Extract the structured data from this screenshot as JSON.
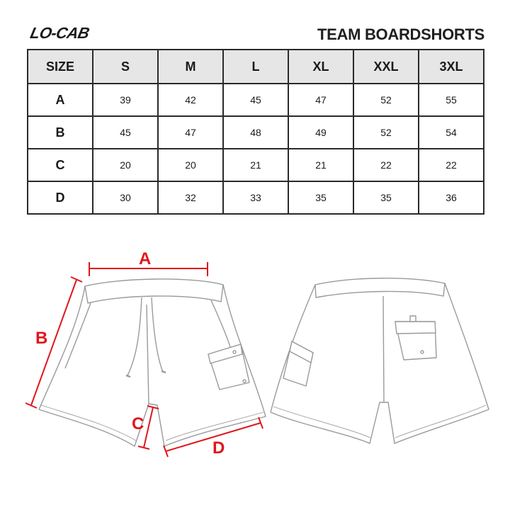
{
  "brand": {
    "logo_text": "LO-CAB"
  },
  "title": "TEAM BOARDSHORTS",
  "size_table": {
    "header": [
      "SIZE",
      "S",
      "M",
      "L",
      "XL",
      "XXL",
      "3XL"
    ],
    "rows": [
      {
        "label": "A",
        "values": [
          "39",
          "42",
          "45",
          "47",
          "52",
          "55"
        ]
      },
      {
        "label": "B",
        "values": [
          "45",
          "47",
          "48",
          "49",
          "52",
          "54"
        ]
      },
      {
        "label": "C",
        "values": [
          "20",
          "20",
          "21",
          "21",
          "22",
          "22"
        ]
      },
      {
        "label": "D",
        "values": [
          "30",
          "32",
          "33",
          "35",
          "35",
          "36"
        ]
      }
    ]
  },
  "diagram": {
    "measure_labels": {
      "a": "A",
      "b": "B",
      "c": "C",
      "d": "D"
    },
    "measure_color": "#e0161b",
    "outline_color": "#9a9a9a"
  }
}
